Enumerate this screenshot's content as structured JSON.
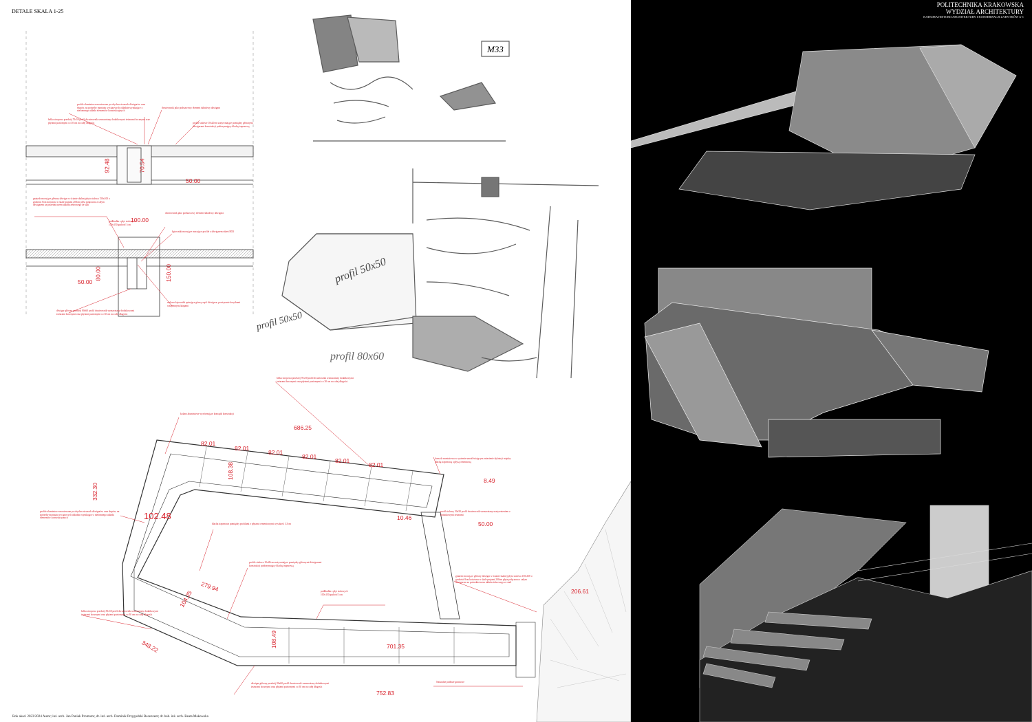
{
  "title": "DETALE SKALA 1-25",
  "header": {
    "university": "POLITECHNIKA KRAKOWSKA",
    "faculty": "WYDZIAŁ ARCHITEKTURY",
    "department": "KATEDRA HISTORII ARCHITEKTURY I KONSERWACJI ZABYTKÓW A-1"
  },
  "footer": "Rok akad. 2023/2024 Autor; inż. arch. Jan Paniak    Promotor, dr. inż. arch. Dominik Przygodzki    Recenzent; dr. hab. inż. arch. Beata Makowska",
  "detail1": {
    "dims": [
      "92.48",
      "70.54",
      "50.00"
    ],
    "notes": [
      "belka stropowa przekrój 70x50 profil dwuteownik wzmacniany dodatkowymi żeżarami bocznymi oraz płytami poziomymi co 30 cm na całej długości",
      "profile aluminiowe montowane po obydwu stronach dźwigarów oraz słupów, na potrzeby montażu wyciętowych okładzin wynikające z niefomnego układu elementów konstrukcyjnych",
      "dwuteownik jako podstawowy element składowy dźwigara",
      "profile stalowe 10x20cm usztywniające pomiędzy głównymi dźwigarami konstrukcji podtrzymujący blachę trapezową"
    ]
  },
  "detail2": {
    "dims": [
      "100.00",
      "80.00",
      "50.00",
      "150.00"
    ],
    "notes": [
      "gniazdo mocujące główny dźwigar w ścianie skalnej płyta stalowa 150x100 o grubości 8cm kotwiona w skale prętami 200cm płyta połączona z całym dźwigarem za pośrednictwem układu żebrowego ze stali",
      "podkładka z płyt stalowych 100x150 grubość 1cm",
      "dwuteownik jako podstawowy element składowy dźwigara",
      "kątowniki mocujące mocujące profile z dźwigarem rdzeń M33",
      "stalowe kątowniki spinające górną część dźwigara; powiązanie korytkami wzajemnymi kłapami",
      "dźwigar główny przekrój 80x60 profil dwuteownik wzmacniany dodatkowymi żeżarami bocznymi oraz płytami poziomymi co 30 cm na całej długości"
    ]
  },
  "sketches": {
    "label_m33": "M33",
    "handwriting": [
      "profil 50x50",
      "profil 50x50",
      "profil 80x60"
    ]
  },
  "plan": {
    "dims": [
      "686.25",
      "82.01",
      "82.01",
      "82.01",
      "82.01",
      "82.01",
      "82.01",
      "108.38",
      "102.48",
      "332.30",
      "10.46",
      "8.49",
      "50.00",
      "279.94",
      "104.25",
      "348.22",
      "108.49",
      "701.35",
      "752.83",
      "206.61"
    ],
    "notes": [
      "belka stropowa przekrój 70x50 profil dwuteownik wzmacniany dodatkowymi żeżarami bocznymi oraz płytami poziomymi co 30 cm na całej długości",
      "kolano aluminiowe wyrównujące krawędź konstrukcji",
      "konsola montażowa w systemie umożliwiającym zniesienie dylatacji między blachą trapezową a płytą cementową",
      "profile aluminiowe montowane po obydwu stronach dźwigarów oraz słupów, na potrzeby montażu wyciętowych okładzin wynikające z niefomnego układu elementów konstrukcyjnych",
      "blacha trapezowa pomiędzy profilami z płytami cementowymi wysokość 3.5cm",
      "profil stalowy 50x50 profil dwuteownik wzmacniany usztywnieniem z dodatkowymi żeżarami",
      "profile stalowe 10x20cm usztywniające pomiędzy głównymi dźwigarami konstrukcji podtrzymujący blachę trapezową",
      "podkładka z płyt stalowych 100x150 grubość 1cm",
      "gniazdo mocujące główny dźwigar w ścianie skalnej płyta stalowa 150x100 o grubości 8cm kotwiona w skale prętami 200cm płyta połączona z całym dźwigarem za pośrednictwem układu żebrowego ze stali",
      "belka stropowa przekrój 50x50 profil dwuteownik wzmacniany dodatkowymi żeżarami bocznymi oraz płytami poziomymi co 30 cm na całej długości",
      "dźwigar główny przekrój 80x60 profil dwuteownik wzmacniany dodatkowymi żeżarami bocznymi oraz płytami poziomymi co 30 cm na całej długości",
      "Naturalne podłoże gruntowe"
    ]
  },
  "colors": {
    "annotation": "#d8202a",
    "render_bg": "#000000",
    "paper": "#ffffff"
  }
}
